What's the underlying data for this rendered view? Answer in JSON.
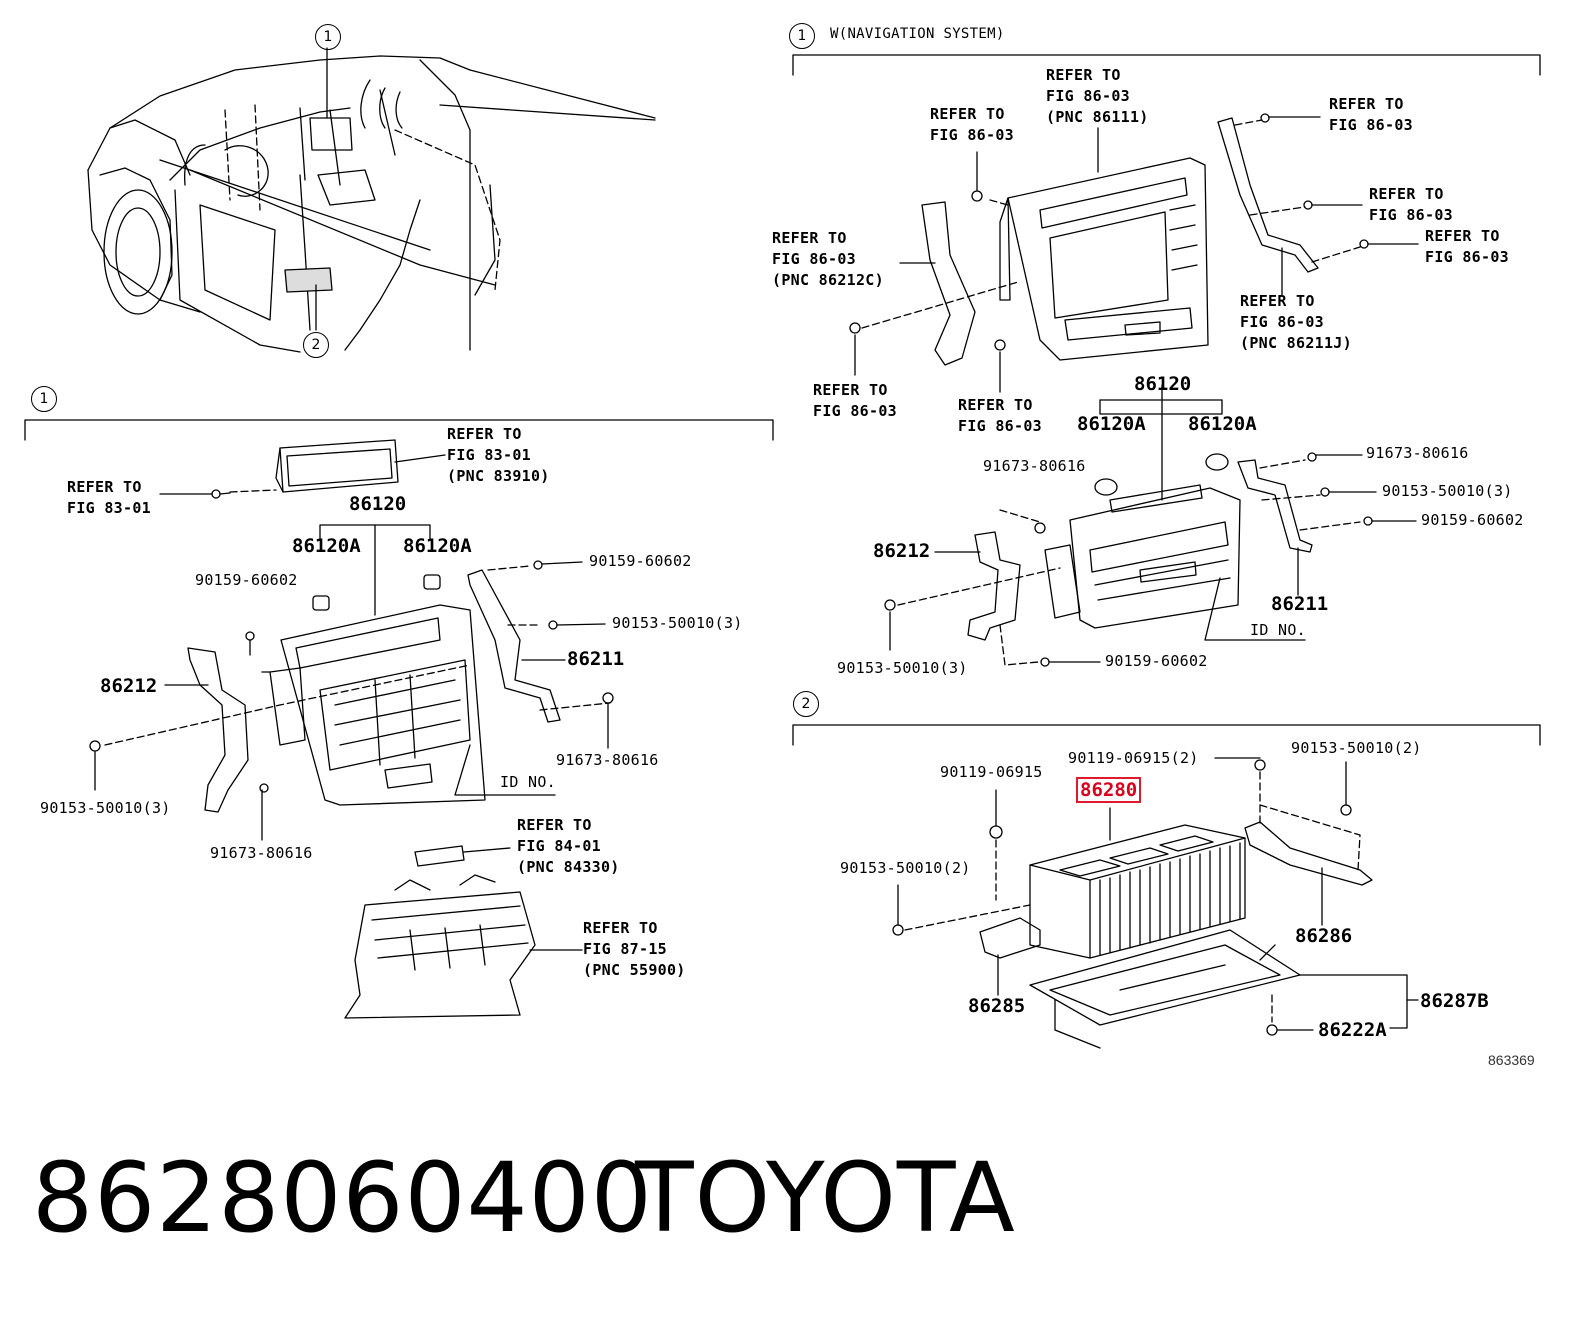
{
  "markers": {
    "one": "1",
    "two": "2"
  },
  "nav_section": {
    "title": "W(NAVIGATION SYSTEM)"
  },
  "refs": {
    "nav_top": "REFER TO\nFIG 86-03\n(PNC 86111)",
    "nav_left_bolt": "REFER TO\nFIG 86-03",
    "nav_right_top": "REFER TO\nFIG 86-03",
    "nav_right_mid": "REFER TO\nFIG 86-03",
    "nav_right_low": "REFER TO\nFIG 86-03",
    "nav_left_bracket": "REFER TO\nFIG 86-03\n(PNC 86212C)",
    "nav_right_bracket": "REFER TO\nFIG 86-03\n(PNC 86211J)",
    "nav_bottom_left": "REFER TO\nFIG 86-03",
    "nav_bottom_mid": "REFER TO\nFIG 86-03",
    "clock_unit": "REFER TO\nFIG 83-01\n(PNC 83910)",
    "clock_bolt": "REFER TO\nFIG 83-01",
    "hazard_switch": "REFER TO\nFIG 84-01\n(PNC 84330)",
    "climate_panel": "REFER TO\nFIG 87-15\n(PNC 55900)"
  },
  "parts_left": {
    "p86120": "86120",
    "p86120a_1": "86120A",
    "p86120a_2": "86120A",
    "p86212": "86212",
    "p86211": "86211",
    "b90159": "90159-60602",
    "b90159_r": "90159-60602",
    "b90153_r": "90153-50010(3)",
    "b91673_r": "91673-80616",
    "b90153_l": "90153-50010(3)",
    "b91673_l": "91673-80616",
    "id_no": "ID NO."
  },
  "parts_right": {
    "p86120": "86120",
    "p86120a_1": "86120A",
    "p86120a_2": "86120A",
    "b91673": "91673-80616",
    "b91673_r": "91673-80616",
    "b90153_r": "90153-50010(3)",
    "b90159_r": "90159-60602",
    "p86212": "86212",
    "p86211": "86211",
    "b90153_l": "90153-50010(3)",
    "b90159_b": "90159-60602",
    "id_no": "ID NO."
  },
  "amp_section": {
    "b90119_a": "90119-06915",
    "b90119_b": "90119-06915(2)",
    "b90153_a": "90153-50010(2)",
    "b90153_b": "90153-50010(2)",
    "p86280": "86280",
    "p86286": "86286",
    "p86285": "86285",
    "p86287b": "86287B",
    "p86222a": "86222A"
  },
  "figure_number": "863369",
  "footer": {
    "part_number": "8628060400",
    "brand": "TOYOTA"
  },
  "colors": {
    "highlight": "#e0192c",
    "ink": "#000000"
  }
}
